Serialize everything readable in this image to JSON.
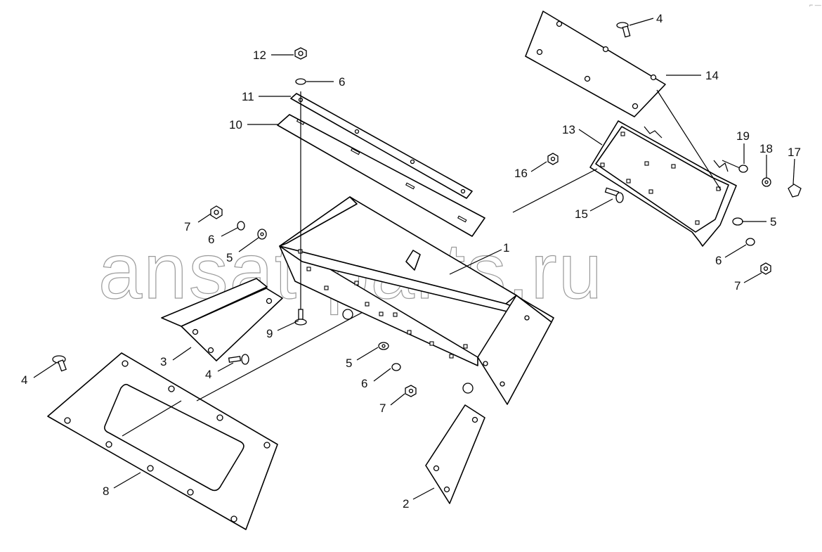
{
  "watermark": "ansat-parts.ru",
  "corner_mark": "⌐ —",
  "callouts": [
    {
      "id": "c12",
      "label": "12"
    },
    {
      "id": "c6a",
      "label": "6"
    },
    {
      "id": "c11",
      "label": "11"
    },
    {
      "id": "c10",
      "label": "10"
    },
    {
      "id": "c7a",
      "label": "7"
    },
    {
      "id": "c6b",
      "label": "6"
    },
    {
      "id": "c5a",
      "label": "5"
    },
    {
      "id": "c1",
      "label": "1"
    },
    {
      "id": "c9",
      "label": "9"
    },
    {
      "id": "c3",
      "label": "3"
    },
    {
      "id": "c4a",
      "label": "4"
    },
    {
      "id": "c4b",
      "label": "4"
    },
    {
      "id": "c8",
      "label": "8"
    },
    {
      "id": "c5b",
      "label": "5"
    },
    {
      "id": "c6c",
      "label": "6"
    },
    {
      "id": "c7b",
      "label": "7"
    },
    {
      "id": "c2",
      "label": "2"
    },
    {
      "id": "c4c",
      "label": "4"
    },
    {
      "id": "c14",
      "label": "14"
    },
    {
      "id": "c13",
      "label": "13"
    },
    {
      "id": "c16",
      "label": "16"
    },
    {
      "id": "c15",
      "label": "15"
    },
    {
      "id": "c19",
      "label": "19"
    },
    {
      "id": "c18",
      "label": "18"
    },
    {
      "id": "c17",
      "label": "17"
    },
    {
      "id": "c5c",
      "label": "5"
    },
    {
      "id": "c6d",
      "label": "6"
    },
    {
      "id": "c7c",
      "label": "7"
    }
  ]
}
